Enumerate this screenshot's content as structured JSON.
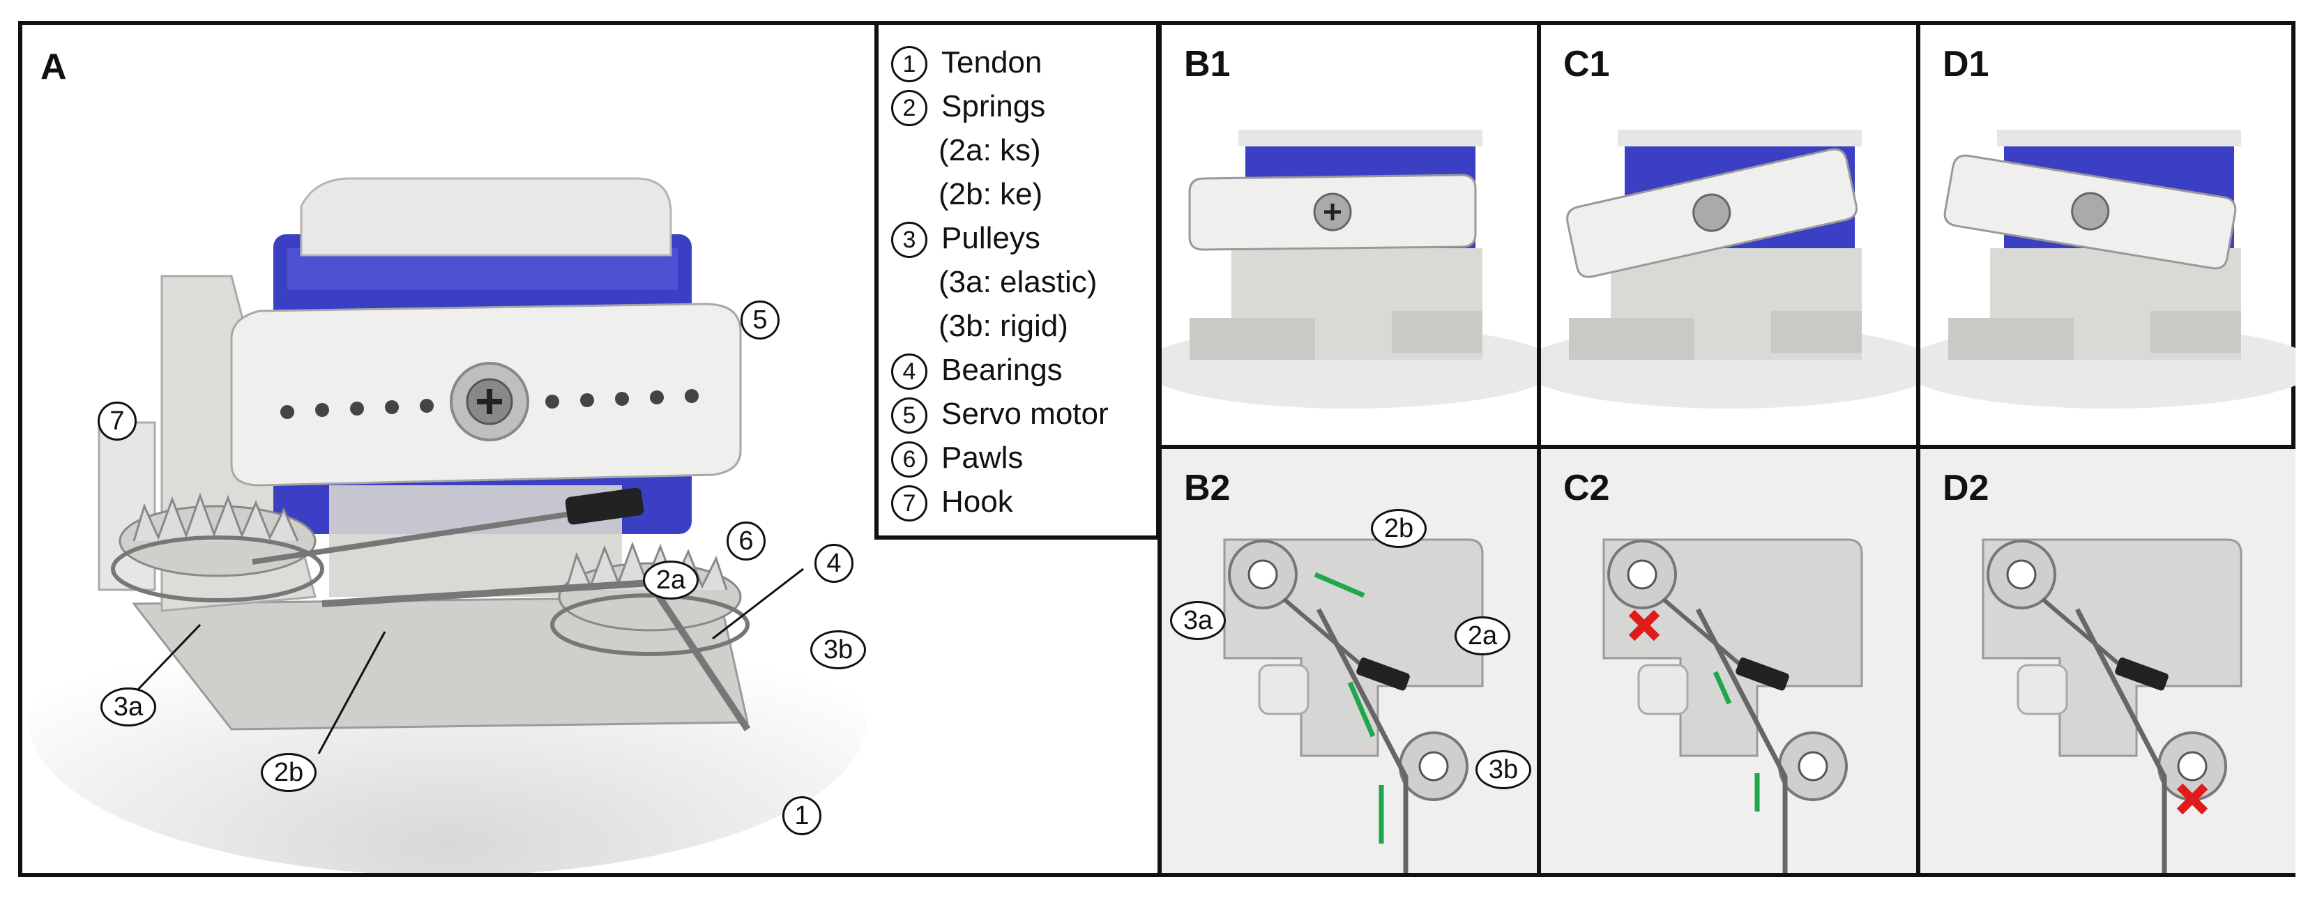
{
  "panels": {
    "a": "A",
    "b1": "B1",
    "c1": "C1",
    "d1": "D1",
    "b2": "B2",
    "c2": "C2",
    "d2": "D2"
  },
  "legend": [
    {
      "num": "1",
      "text": "Tendon"
    },
    {
      "num": "2",
      "text": "Springs"
    },
    {
      "num": "",
      "text": "(2a: ks)"
    },
    {
      "num": "",
      "text": "(2b: ke)"
    },
    {
      "num": "3",
      "text": "Pulleys"
    },
    {
      "num": "",
      "text": "(3a: elastic)"
    },
    {
      "num": "",
      "text": "(3b: rigid)"
    },
    {
      "num": "4",
      "text": "Bearings"
    },
    {
      "num": "5",
      "text": "Servo motor"
    },
    {
      "num": "6",
      "text": "Pawls"
    },
    {
      "num": "7",
      "text": "Hook"
    }
  ],
  "callouts_a": {
    "c1": "1",
    "c2a": "2a",
    "c2b": "2b",
    "c3a": "3a",
    "c3b": "3b",
    "c4": "4",
    "c5": "5",
    "c6": "6",
    "c7": "7"
  },
  "callouts_b2": {
    "c2b": "2b",
    "c3a": "3a",
    "c2a": "2a",
    "c3b": "3b"
  },
  "colors": {
    "servo": "#3a3fc4",
    "arrow": "#1fa84a",
    "cross": "#e01b1b",
    "frame": "#111111",
    "part": "#d9d9d6"
  }
}
